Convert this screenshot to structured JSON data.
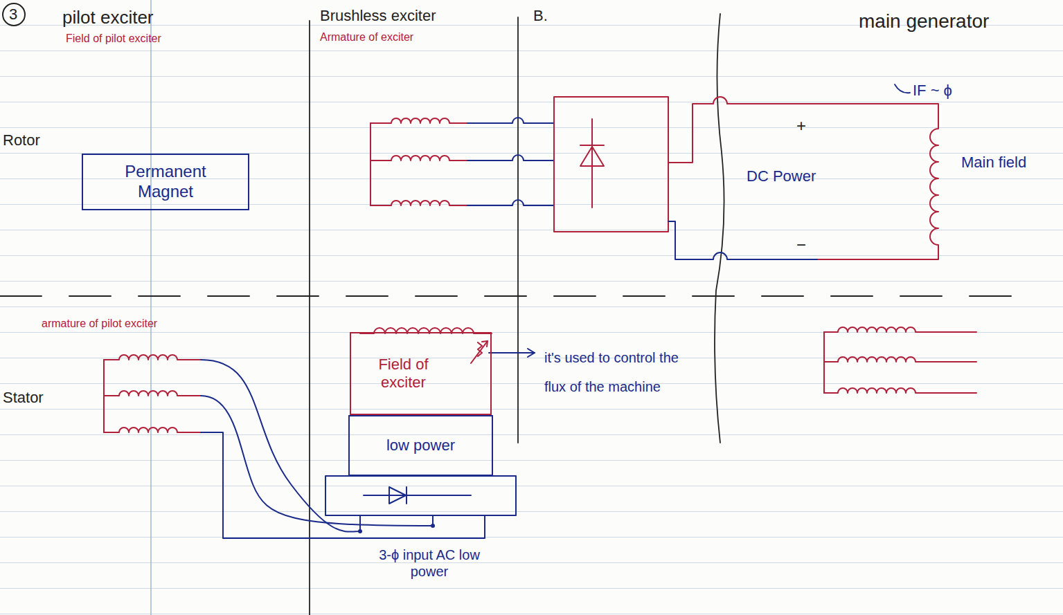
{
  "diagram": {
    "nodes": [
      {
        "text": [
          "Permanent Magnet"
        ]
      },
      {
        "text": [
          "Field of exciter"
        ]
      },
      {
        "text": [
          "low power"
        ]
      }
    ],
    "labels": [
      "3",
      "pilot exciter",
      "Field of pilot exciter",
      "Brushless exciter",
      "B.",
      "Armature of exciter",
      "main generator",
      "Rotor",
      "IF ~ ϕ",
      "+",
      "DC Power",
      "Main field",
      "−",
      "armature of pilot exciter",
      "Stator",
      "it's used to control the flux of the machine",
      "3-ϕ input AC low power"
    ]
  }
}
